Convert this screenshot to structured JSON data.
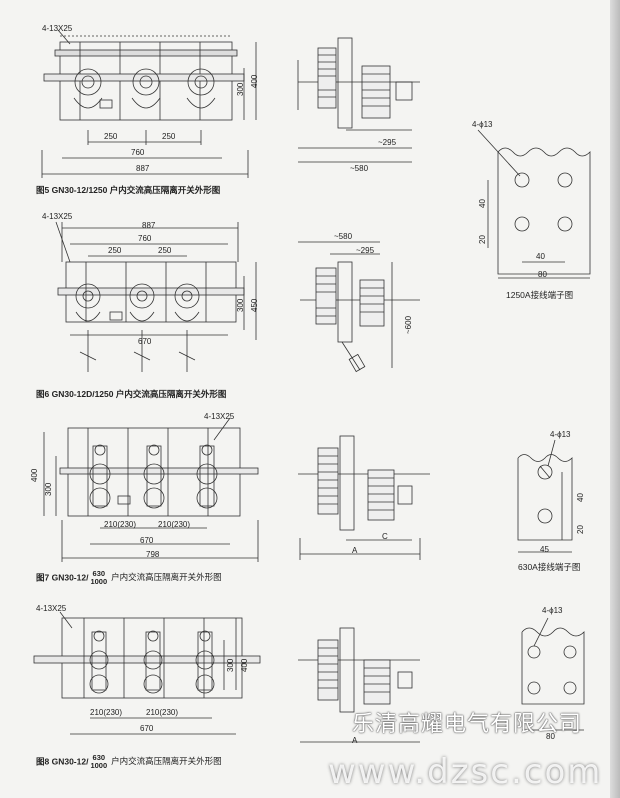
{
  "fig5": {
    "caption": "图5 GN30-12/1250 户内交流高压隔离开关外形图",
    "hole_spec": "4-13X25",
    "dims": {
      "h300": "300",
      "h400": "400",
      "w250a": "250",
      "w250b": "250",
      "w760": "760",
      "w887": "887"
    },
    "side": {
      "d295": "~295",
      "d580": "~580"
    }
  },
  "terminal1250": {
    "caption": "1250A接线端子图",
    "hole": "4-ϕ13",
    "dims": {
      "v40": "40",
      "v20": "20",
      "h40": "40",
      "h80": "80"
    }
  },
  "fig6": {
    "caption": "图6 GN30-12D/1250 户内交流高压隔离开关外形图",
    "hole_spec": "4-13X25",
    "dims": {
      "w887": "887",
      "w760": "760",
      "w250a": "250",
      "w250b": "250",
      "w670": "670",
      "h300": "300",
      "h450": "450"
    },
    "side": {
      "d580": "~580",
      "d295": "~295",
      "d600": "~600"
    }
  },
  "fig7": {
    "caption_prefix": "图7 GN30-12/",
    "caption_num_top": "630",
    "caption_num_bottom": "1000",
    "caption_rest": "户内交流高压隔离开关外形图",
    "hole_spec": "4-13X25",
    "dims": {
      "h400": "400",
      "h300": "300",
      "w210a": "210(230)",
      "w210b": "210(230)",
      "w670": "670",
      "w798": "798"
    },
    "side": {
      "A": "A",
      "C": "C"
    }
  },
  "terminal630": {
    "caption": "630A接线端子图",
    "hole": "4-ϕ13",
    "dims": {
      "v40": "40",
      "v20": "20",
      "h45": "45"
    }
  },
  "fig8": {
    "caption_prefix": "图8 GN30-12/",
    "caption_num_top": "630",
    "caption_num_bottom": "1000",
    "caption_rest": "户内交流高压隔离开关外形图",
    "hole_spec": "4-13X25",
    "dims": {
      "h300": "300",
      "h400": "400",
      "w210a": "210(230)",
      "w210b": "210(230)",
      "w670": "670"
    },
    "side": {
      "A": "A"
    },
    "terminal": {
      "hole": "4-ϕ13",
      "h80": "80"
    }
  },
  "company": "乐清高耀电气有限公司",
  "watermark": "www.dzsc.com"
}
